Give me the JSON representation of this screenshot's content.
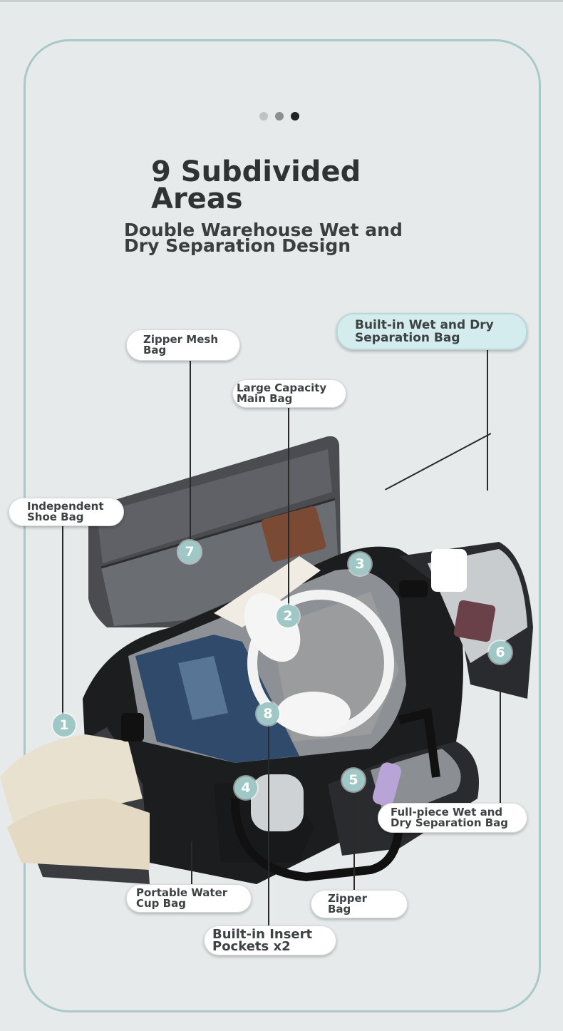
{
  "heading": {
    "title": "9 Subdivided Areas",
    "subtitle": "Double Warehouse Wet and Dry Separation Design"
  },
  "pager": {
    "dot_count": 3,
    "active_index": 2,
    "colors": [
      "#bfc3c3",
      "#8a8f8f",
      "#222222"
    ]
  },
  "labels": {
    "zipper_mesh_bag": "Zipper Mesh Bag",
    "builtin_wet_dry_bag": "Built-in Wet and Dry Separation Bag",
    "large_capacity_main_bag": "Large Capacity Main Bag",
    "independent_shoe_bag": "Independent Shoe Bag",
    "full_piece_wet_dry_bag": "Full-piece Wet and Dry Separation Bag",
    "portable_water_cup_bag": "Portable Water Cup Bag",
    "zipper_bag": "Zipper Bag",
    "builtin_insert_pockets": "Built-in Insert Pockets x2"
  },
  "markers": [
    "1",
    "2",
    "3",
    "4",
    "5",
    "6",
    "7",
    "8"
  ],
  "colors": {
    "accent": "#9fc7c6",
    "frame": "#a9c9c9",
    "background": "#e6eaea",
    "bag": "#1c1d1f"
  }
}
